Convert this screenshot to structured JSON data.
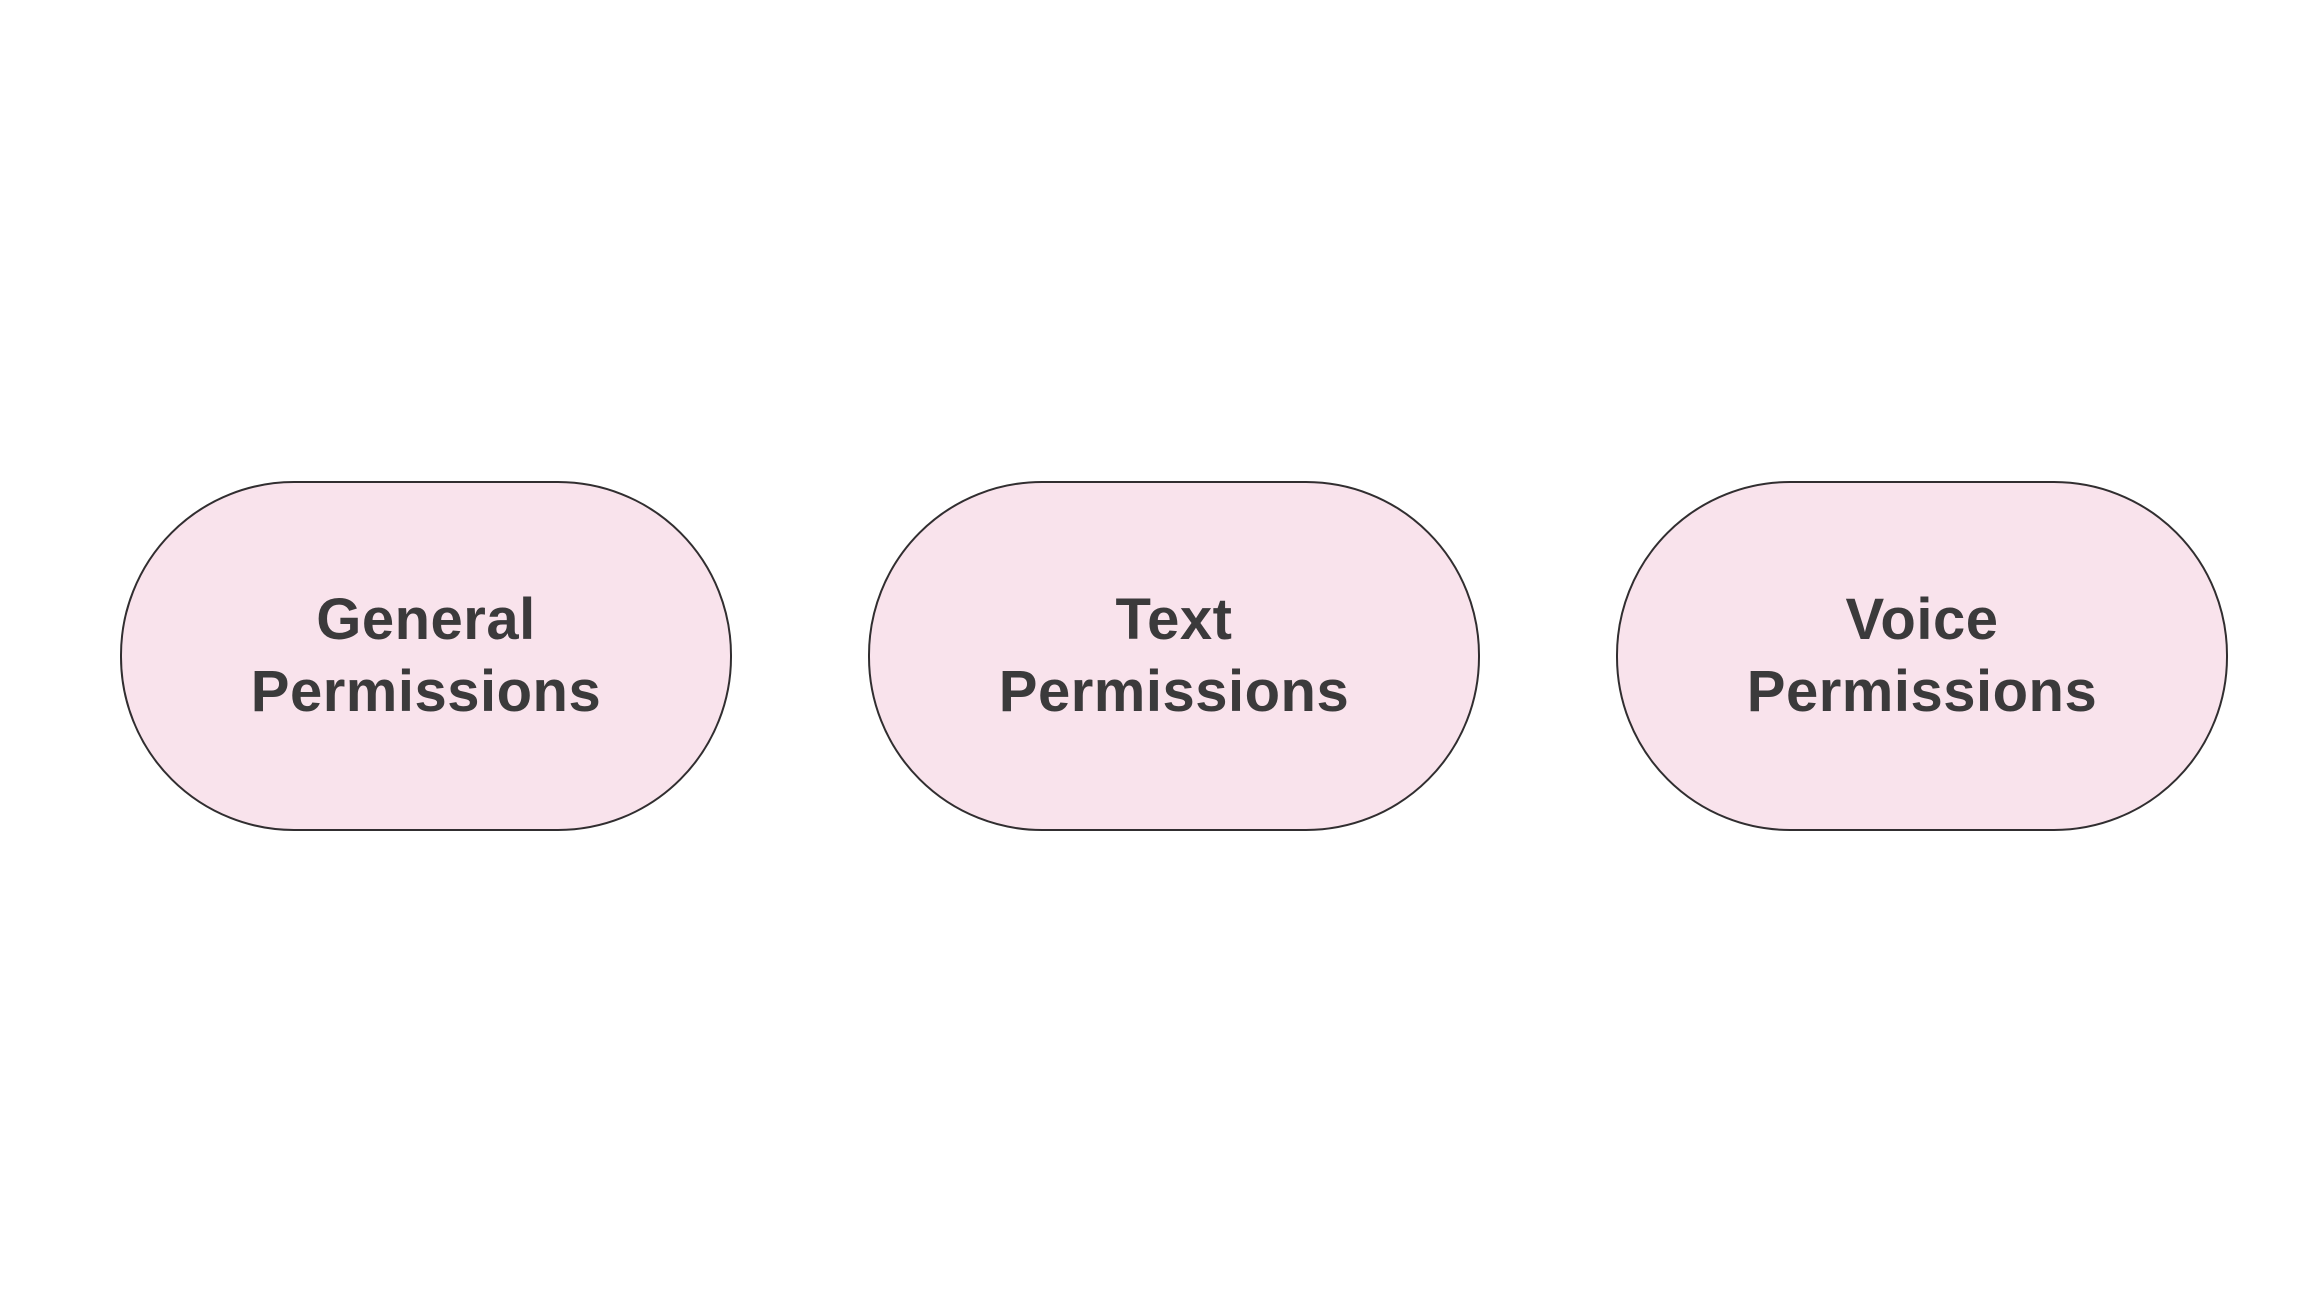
{
  "canvas": {
    "background": "#ffffff"
  },
  "diagram": {
    "type": "flowchart",
    "node_style": {
      "fill": "#f9e3ec",
      "border_color": "#312e30",
      "text_color": "#3b3a3b"
    },
    "nodes": [
      {
        "id": "general-permissions",
        "label": "General Permissions",
        "lines": [
          "General",
          "Permissions"
        ]
      },
      {
        "id": "text-permissions",
        "label": "Text Permissions",
        "lines": [
          "Text",
          "Permissions"
        ]
      },
      {
        "id": "voice-permissions",
        "label": "Voice Permissions",
        "lines": [
          "Voice",
          "Permissions"
        ]
      }
    ]
  }
}
